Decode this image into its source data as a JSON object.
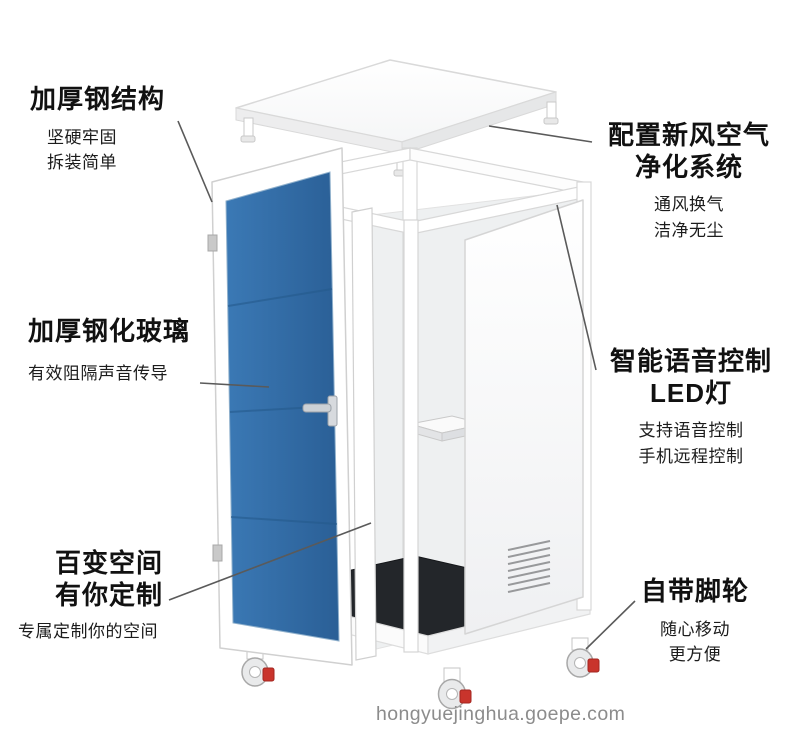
{
  "page": {
    "background": "#ffffff",
    "watermark": "hongyuejinghua.goepe.com"
  },
  "colors": {
    "text": "#111111",
    "callout_line": "#5a5a5a",
    "glass_blue": "#2f6ca8",
    "caster_red": "#c9342c",
    "watermark_gray": "#8c8c8c"
  },
  "annotations": [
    {
      "id": "steel-structure",
      "title_lines": [
        "加厚钢结构"
      ],
      "desc_lines": [
        "坚硬牢固",
        "拆装简单"
      ]
    },
    {
      "id": "tempered-glass",
      "title_lines": [
        "加厚钢化玻璃"
      ],
      "desc_lines": [
        "有效阻隔声音传导"
      ]
    },
    {
      "id": "custom-space",
      "title_lines": [
        "百变空间",
        "有你定制"
      ],
      "desc_lines": [
        "专属定制你的空间"
      ]
    },
    {
      "id": "air-purification",
      "title_lines": [
        "配置新风空气",
        "净化系统"
      ],
      "desc_lines": [
        "通风换气",
        "洁净无尘"
      ]
    },
    {
      "id": "voice-control-led",
      "title_lines": [
        "智能语音控制",
        "LED灯"
      ],
      "desc_lines": [
        "支持语音控制",
        "手机远程控制"
      ]
    },
    {
      "id": "casters",
      "title_lines": [
        "自带脚轮"
      ],
      "desc_lines": [
        "随心移动",
        "更方便"
      ]
    }
  ]
}
